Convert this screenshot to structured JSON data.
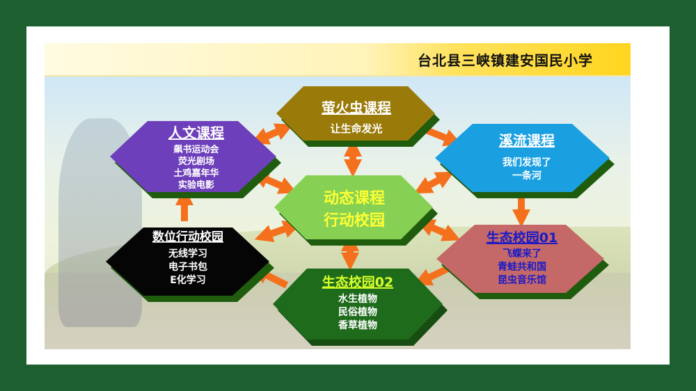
{
  "header": {
    "title": "台北县三峡镇建安国民小学"
  },
  "colors": {
    "frame": "#1e5f2f",
    "arrow": "#f5701c",
    "firefly": "#9a7a09",
    "humanities": "#6d3fba",
    "creek": "#1aa0e0",
    "center": "#86d154",
    "digital": "#050505",
    "eco01": "#c46868",
    "eco02": "#1e6b1c"
  },
  "nodes": {
    "firefly": {
      "title": "萤火虫课程",
      "lines": [
        "让生命发光"
      ]
    },
    "humanities": {
      "title": "人文课程",
      "lines": [
        "飙书运动会",
        "荧光剧场",
        "土鸡嘉年华",
        "实验电影"
      ]
    },
    "creek": {
      "title": "溪流课程",
      "lines": [
        "我们发现了",
        "一条河"
      ]
    },
    "center": {
      "title": "动态课程",
      "lines": [
        "行动校园"
      ]
    },
    "digital": {
      "title": "数位行动校园",
      "lines": [
        "无线学习",
        "电子书包",
        "E化学习"
      ]
    },
    "eco01": {
      "title": "生态校园01",
      "lines": [
        "飞蝶来了",
        "青蛙共和国",
        "昆虫音乐馆"
      ]
    },
    "eco02": {
      "title": "生态校园02",
      "lines": [
        "水生植物",
        "民俗植物",
        "香草植物"
      ]
    }
  }
}
